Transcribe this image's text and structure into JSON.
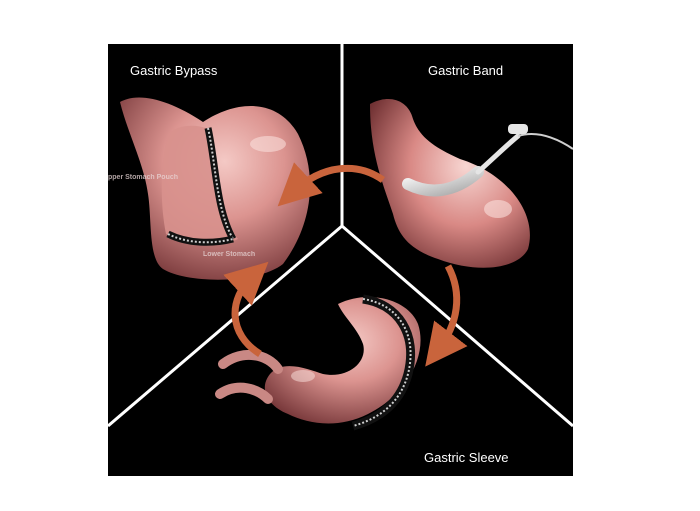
{
  "panels": {
    "bypass": {
      "title": "Gastric Bypass",
      "upper_label": "pper Stomach Pouch",
      "lower_label": "Lower Stomach"
    },
    "band": {
      "title": "Gastric Band"
    },
    "sleeve": {
      "title": "Gastric Sleeve"
    }
  },
  "colors": {
    "background": "#000000",
    "divider": "#ffffff",
    "arrow": "#c9643c",
    "tissue": "#d98e8c",
    "tissue_highlight": "#f1c3c0",
    "staple": "#cfcfcf"
  },
  "icons": [
    "cycle-arrow-icon"
  ]
}
